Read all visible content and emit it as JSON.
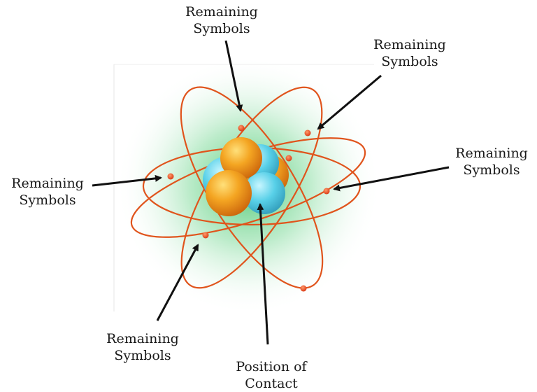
{
  "labels": {
    "top_center": [
      "Remaining",
      "Symbols"
    ],
    "top_right": [
      "Remaining",
      "Symbols"
    ],
    "right": [
      "Remaining",
      "Symbols"
    ],
    "left": [
      "Remaining",
      "Symbols"
    ],
    "bottom_left": [
      "Remaining",
      "Symbols"
    ],
    "bottom_center": [
      "Position of",
      "Contact"
    ]
  },
  "colors": {
    "orbit": "#e0541c",
    "electron": "#e0401a",
    "proton": "#f0a020",
    "neutron": "#58d0e8",
    "glow": "#35c060",
    "arrow": "#111111"
  }
}
